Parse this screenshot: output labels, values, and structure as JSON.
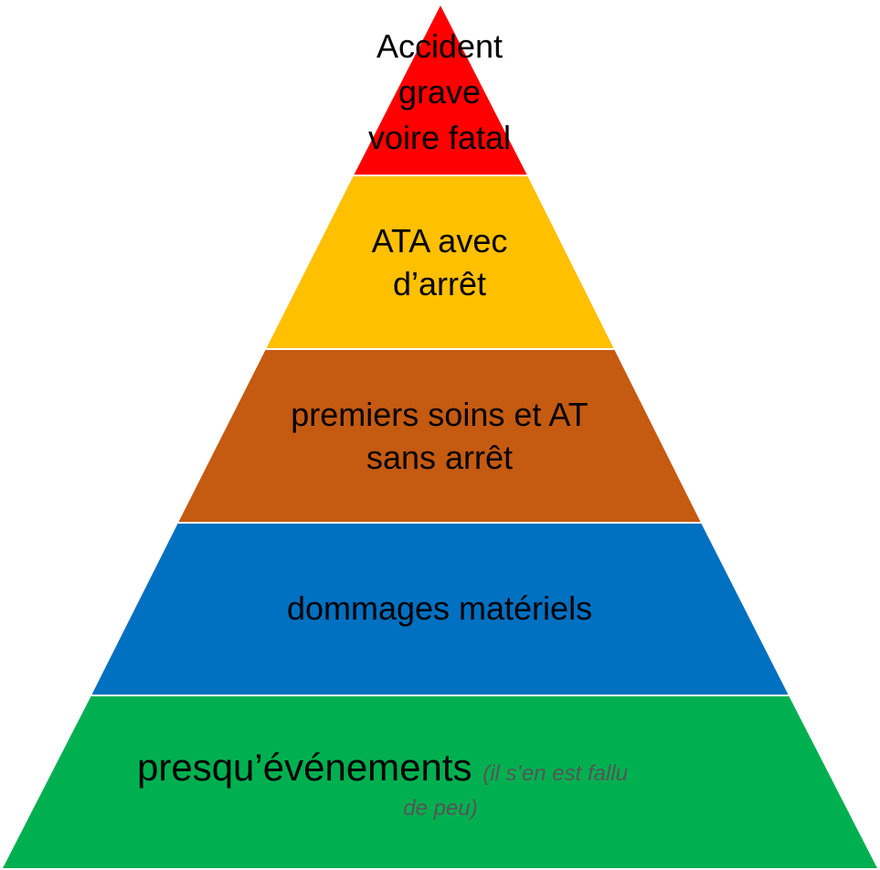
{
  "pyramid": {
    "tiers": [
      {
        "color": "#FF0000",
        "lines": [
          "Accident",
          "grave",
          "voire fatal"
        ]
      },
      {
        "color": "#FFC000",
        "lines": [
          "ATA avec",
          "d’arrêt"
        ]
      },
      {
        "color": "#C55A11",
        "lines": [
          "premiers soins et AT",
          "sans arrêt"
        ]
      },
      {
        "color": "#0070C0",
        "lines": [
          "dommages matériels"
        ]
      },
      {
        "color": "#00B050",
        "main": "presqu’événements",
        "note_part1": "(il s’en est fallu",
        "note_part2": "de peu)"
      }
    ],
    "separator_color": "#FFFFFF"
  }
}
